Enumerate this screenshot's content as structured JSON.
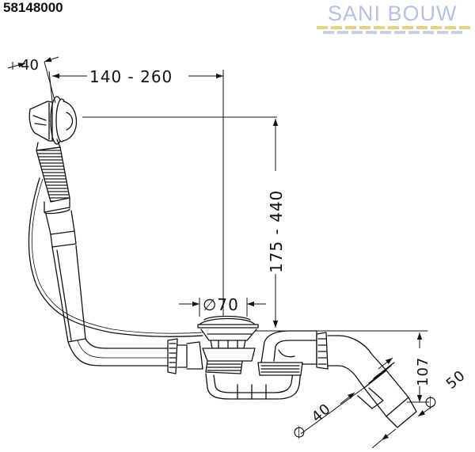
{
  "header": {
    "product_code": "58148000"
  },
  "logo": {
    "text": "SANI BOUW",
    "text_color": "#b7bfe6",
    "brick_color": "#e7d27a",
    "brick_color_alt": "#c9cde8"
  },
  "dimensions": {
    "overflow_width": "40",
    "horizontal_range": "140 - 260",
    "vertical_range": "175 - 440",
    "drain_diameter": "∅70",
    "trap_height": "107",
    "outlet_40": "40",
    "outlet_40_symbol": "∅",
    "outlet_50": "50",
    "outlet_50_symbol": "∅"
  },
  "colors": {
    "line": "#111111",
    "background": "#ffffff"
  }
}
